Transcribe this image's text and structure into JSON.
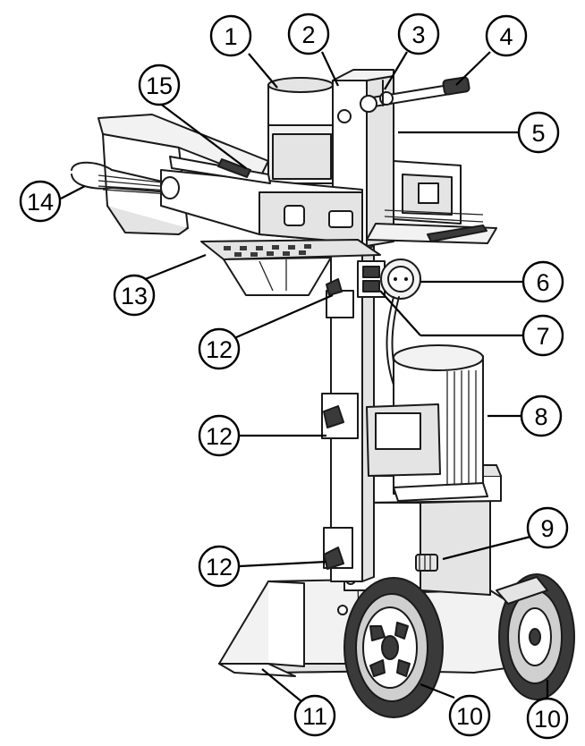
{
  "callouts": [
    {
      "id": "c1",
      "label": "1"
    },
    {
      "id": "c2",
      "label": "2"
    },
    {
      "id": "c3",
      "label": "3"
    },
    {
      "id": "c4",
      "label": "4"
    },
    {
      "id": "c5",
      "label": "5"
    },
    {
      "id": "c6",
      "label": "6"
    },
    {
      "id": "c7",
      "label": "7"
    },
    {
      "id": "c8",
      "label": "8"
    },
    {
      "id": "c9",
      "label": "9"
    },
    {
      "id": "c10a",
      "label": "10"
    },
    {
      "id": "c10b",
      "label": "10"
    },
    {
      "id": "c11",
      "label": "11"
    },
    {
      "id": "c12a",
      "label": "12"
    },
    {
      "id": "c12b",
      "label": "12"
    },
    {
      "id": "c12c",
      "label": "12"
    },
    {
      "id": "c13",
      "label": "13"
    },
    {
      "id": "c14",
      "label": "14"
    },
    {
      "id": "c15",
      "label": "15"
    }
  ]
}
